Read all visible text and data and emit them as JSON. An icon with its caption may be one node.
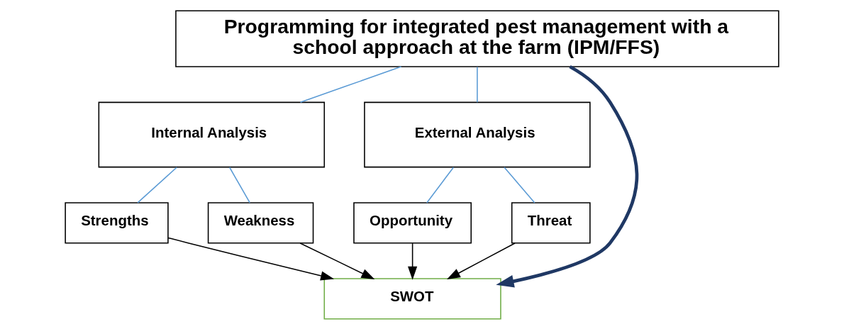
{
  "diagram": {
    "nodes": [
      {
        "text": [
          "Programming for integrated pest management with a school approach at the farm (IPM/FFS)"
        ]
      },
      {
        "text": [
          "Internal Analysis"
        ]
      },
      {
        "text": [
          "External Analysis"
        ]
      },
      {
        "text": [
          "Strengths"
        ]
      },
      {
        "text": [
          "Weakness"
        ]
      },
      {
        "text": [
          "Opportunity"
        ]
      },
      {
        "text": [
          "Threat"
        ]
      },
      {
        "text": [
          "SWOT"
        ]
      }
    ],
    "edges": [
      {
        "from": 0,
        "to": 1,
        "arrow": "none"
      },
      {
        "from": 0,
        "to": 7,
        "arrow": "to",
        "style": "thick",
        "color": "#1f3864"
      },
      {
        "from": 0,
        "to": 2,
        "arrow": "none"
      },
      {
        "from": 1,
        "to": 3,
        "arrow": "none"
      },
      {
        "from": 1,
        "to": 4,
        "arrow": "none"
      },
      {
        "from": 2,
        "to": 5,
        "arrow": "none"
      },
      {
        "from": 2,
        "to": 6,
        "arrow": "none"
      },
      {
        "from": 3,
        "to": 7,
        "arrow": "to",
        "color": "#000000"
      },
      {
        "from": 4,
        "to": 7,
        "arrow": "to",
        "color": "#000000"
      },
      {
        "from": 5,
        "to": 7,
        "arrow": "to",
        "color": "#000000"
      },
      {
        "from": 6,
        "to": 7,
        "arrow": "to",
        "color": "#000000"
      }
    ]
  }
}
